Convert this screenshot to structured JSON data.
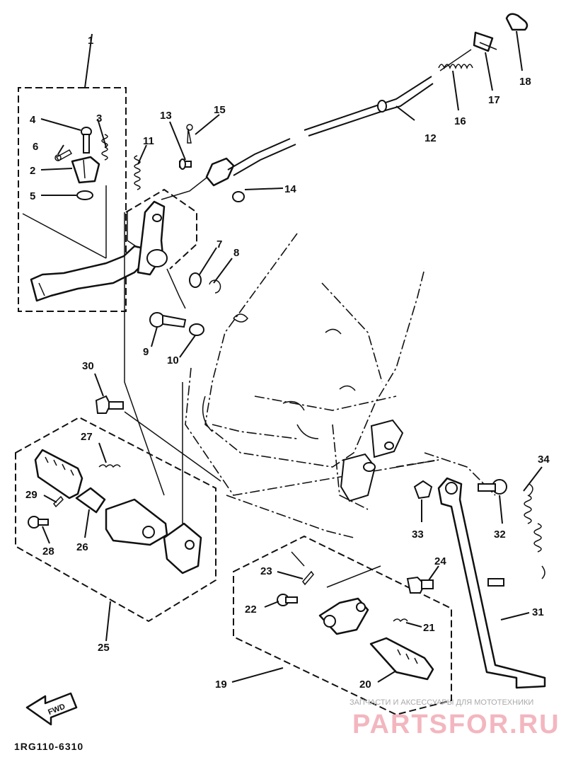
{
  "diagram": {
    "callouts": [
      {
        "id": "c1",
        "label": "1"
      },
      {
        "id": "c2",
        "label": "2"
      },
      {
        "id": "c3",
        "label": "3"
      },
      {
        "id": "c4",
        "label": "4"
      },
      {
        "id": "c5",
        "label": "5"
      },
      {
        "id": "c6",
        "label": "6"
      },
      {
        "id": "c7",
        "label": "7"
      },
      {
        "id": "c8",
        "label": "8"
      },
      {
        "id": "c9",
        "label": "9"
      },
      {
        "id": "c10",
        "label": "10"
      },
      {
        "id": "c11",
        "label": "11"
      },
      {
        "id": "c12",
        "label": "12"
      },
      {
        "id": "c13",
        "label": "13"
      },
      {
        "id": "c14",
        "label": "14"
      },
      {
        "id": "c15",
        "label": "15"
      },
      {
        "id": "c16",
        "label": "16"
      },
      {
        "id": "c17",
        "label": "17"
      },
      {
        "id": "c18",
        "label": "18"
      },
      {
        "id": "c19",
        "label": "19"
      },
      {
        "id": "c20",
        "label": "20"
      },
      {
        "id": "c21",
        "label": "21"
      },
      {
        "id": "c22",
        "label": "22"
      },
      {
        "id": "c23",
        "label": "23"
      },
      {
        "id": "c24",
        "label": "24"
      },
      {
        "id": "c25",
        "label": "25"
      },
      {
        "id": "c26",
        "label": "26"
      },
      {
        "id": "c27",
        "label": "27"
      },
      {
        "id": "c28",
        "label": "28"
      },
      {
        "id": "c29",
        "label": "29"
      },
      {
        "id": "c30",
        "label": "30"
      },
      {
        "id": "c31",
        "label": "31"
      },
      {
        "id": "c32",
        "label": "32"
      },
      {
        "id": "c33",
        "label": "33"
      },
      {
        "id": "c34",
        "label": "34"
      }
    ],
    "fwd_label": "FWD",
    "drawing_code": "1RG110-6310"
  },
  "watermark": {
    "tagline": "ЗАПЧАСТИ И АКСЕССУАРЫ ДЛЯ МОТОТЕХНИКИ",
    "brand": "PARTSFOR.RU",
    "brand_color": "#f3b6bf"
  }
}
